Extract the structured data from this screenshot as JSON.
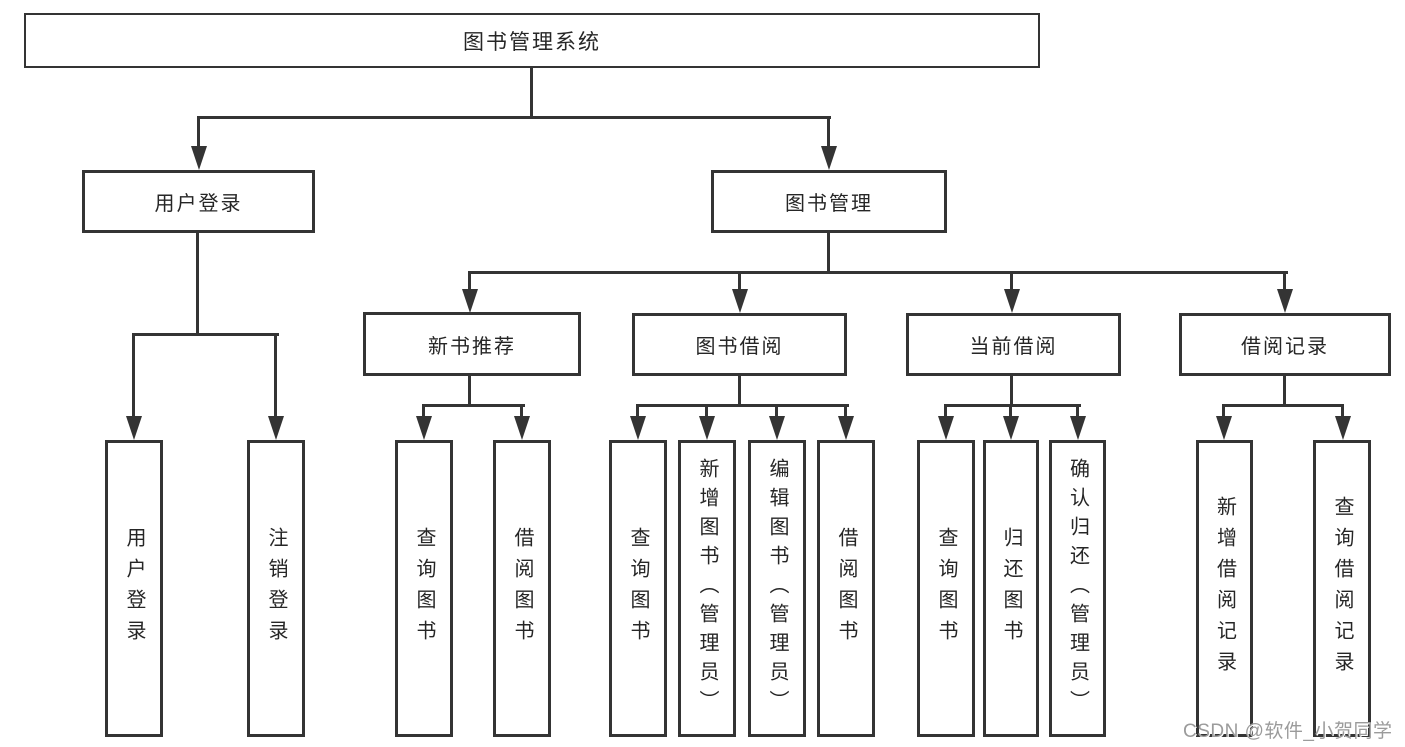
{
  "tree": {
    "root": {
      "label": "图书管理系统"
    },
    "level2": [
      {
        "label": "用户登录"
      },
      {
        "label": "图书管理"
      }
    ],
    "level3": [
      {
        "label": "新书推荐"
      },
      {
        "label": "图书借阅"
      },
      {
        "label": "当前借阅"
      },
      {
        "label": "借阅记录"
      }
    ],
    "leaves": {
      "user_login": [
        {
          "label": "用户登录"
        },
        {
          "label": "注销登录"
        }
      ],
      "new_book_recommend": [
        {
          "label": "查询图书"
        },
        {
          "label": "借阅图书"
        }
      ],
      "book_borrowing": [
        {
          "label": "查询图书"
        },
        {
          "label": "新增图书（管理员）"
        },
        {
          "label": "编辑图书（管理员）"
        },
        {
          "label": "借阅图书"
        }
      ],
      "current_borrowing": [
        {
          "label": "查询图书"
        },
        {
          "label": "归还图书"
        },
        {
          "label": "确认归还（管理员）"
        }
      ],
      "borrow_records": [
        {
          "label": "新增借阅记录"
        },
        {
          "label": "查询借阅记录"
        }
      ]
    }
  },
  "watermark": {
    "text": "CSDN @软件_小贺同学"
  },
  "colors": {
    "line": "#343434",
    "box_border": "#343434",
    "text": "#262626",
    "watermark": "#9b9b9b",
    "background": "#ffffff"
  }
}
